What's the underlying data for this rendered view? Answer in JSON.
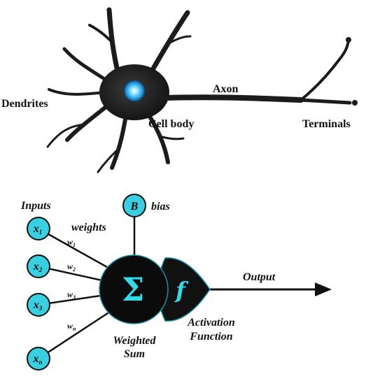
{
  "neuron": {
    "dendrites_label": "Dendrites",
    "cell_body_label": "Cell body",
    "axon_label": "Axon",
    "terminals_label": "Terminals"
  },
  "model": {
    "inputs_label": "Inputs",
    "weights_label": "weights",
    "bias_label": "bias",
    "bias_symbol": "B",
    "inputs": [
      {
        "base": "x",
        "sub": "1"
      },
      {
        "base": "x",
        "sub": "2"
      },
      {
        "base": "x",
        "sub": "3"
      },
      {
        "base": "x",
        "sub": "n"
      }
    ],
    "weights": [
      {
        "base": "w",
        "sub": "1"
      },
      {
        "base": "w",
        "sub": "2"
      },
      {
        "base": "w",
        "sub": "3"
      },
      {
        "base": "w",
        "sub": "n"
      }
    ],
    "sum_symbol": "Σ",
    "activation_symbol": "f",
    "weighted_sum_line1": "Weighted",
    "weighted_sum_line2": "Sum",
    "activation_line1": "Activation",
    "activation_line2": "Function",
    "output_label": "Output"
  },
  "colors": {
    "node_fill": "#39cfe0",
    "neuron_body": "#1c1c1c",
    "nucleus": "#4fc3ff",
    "symbol": "#36d8e6"
  }
}
